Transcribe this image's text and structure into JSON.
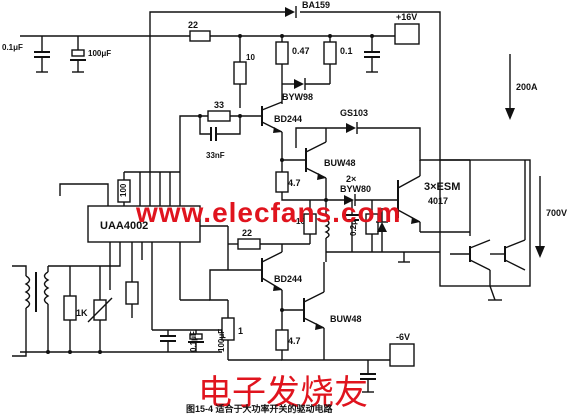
{
  "labels": {
    "ba159": "BA159",
    "r22_top": "22",
    "v_plus16": "+16V",
    "c01_left": "0.1μF",
    "c100_left": "100μF",
    "r047": "0.47",
    "r01": "0.1",
    "r10_top": "10",
    "byw98": "BYW98",
    "i200a": "200A",
    "r33": "33",
    "bd244_top": "BD244",
    "gs103": "GS103",
    "c33nf": "33nF",
    "buw48_top": "BUW48",
    "r100": "100",
    "r47_mid": "4.7",
    "byw80": "2×\nBYW80",
    "byw80_l1": "2×",
    "byw80_l2": "BYW80",
    "esm": "3×ESM",
    "esm_num": "4017",
    "uaa": "UAA4002",
    "v700": "700V",
    "r22_mid": "22",
    "r10_mid": "10",
    "c02": "0.2μ",
    "bd244_bot": "BD244",
    "r1k": "1K",
    "c01_bot": "0.1μF",
    "c100_bot": "100μF",
    "r1": "1",
    "buw48_bot": "BUW48",
    "r47_bot": "4.7",
    "v_minus6": "-6V"
  },
  "watermark": {
    "site": "www.elecfans.com",
    "cn": "电子发烧友"
  },
  "caption": "图15-4  适合于大功率开关的驱动电路"
}
